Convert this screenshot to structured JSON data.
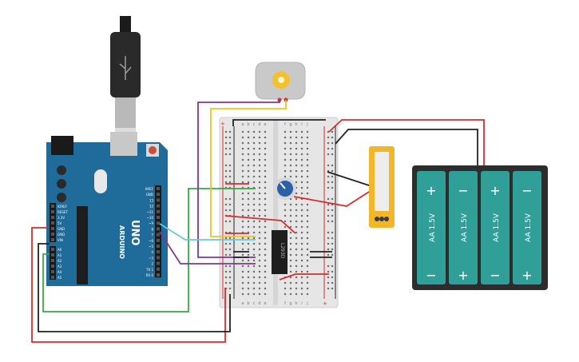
{
  "canvas": {
    "background": "#ffffff"
  },
  "arduino": {
    "brand_label": "ARDUINO",
    "model_label": "UNO",
    "board_color": "#1f6b9a",
    "power_header_labels": [
      "IOREF",
      "RESET",
      "3.3V",
      "5V",
      "GND",
      "GND",
      "VIN"
    ],
    "analog_header_labels": [
      "A0",
      "A1",
      "A2",
      "A3",
      "A4",
      "A5"
    ],
    "digital_header_labels": [
      "AREF",
      "GND",
      "13",
      "12",
      "~11",
      "~10",
      "~9",
      "8",
      "7",
      "~6",
      "~5",
      "4",
      "~3",
      "2",
      "TX 1",
      "RX 0"
    ],
    "icon": "usb-plug-icon"
  },
  "breadboard": {
    "column_letters_left": [
      "a",
      "b",
      "c",
      "d",
      "e"
    ],
    "column_letters_right": [
      "f",
      "g",
      "h",
      "i",
      "j"
    ],
    "rows": 30,
    "rail_plus": "+",
    "rail_minus": "−"
  },
  "motor": {
    "icon": "dc-motor-icon",
    "gear_color": "#f2c12e"
  },
  "potentiometer": {
    "icon": "potentiometer-icon",
    "knob_color": "#2b5fa8"
  },
  "ic_chip": {
    "label": "L293D"
  },
  "multimeter": {
    "icon": "multimeter-icon",
    "body_color": "#f2b629"
  },
  "battery_pack": {
    "cells": [
      {
        "label": "AA 1.5V",
        "top": "+",
        "bottom": "−"
      },
      {
        "label": "AA 1.5V",
        "top": "−",
        "bottom": "+"
      },
      {
        "label": "AA 1.5V",
        "top": "+",
        "bottom": "−"
      },
      {
        "label": "AA 1.5V",
        "top": "−",
        "bottom": "+"
      }
    ],
    "cell_color": "#2f9f98",
    "case_color": "#2d2d2d"
  },
  "wire_colors": {
    "red": "#d62d2d",
    "black": "#222222",
    "green": "#3aa845",
    "purple": "#7d3a8c",
    "yellow": "#e8c81e",
    "cyan": "#6cc7e0"
  }
}
